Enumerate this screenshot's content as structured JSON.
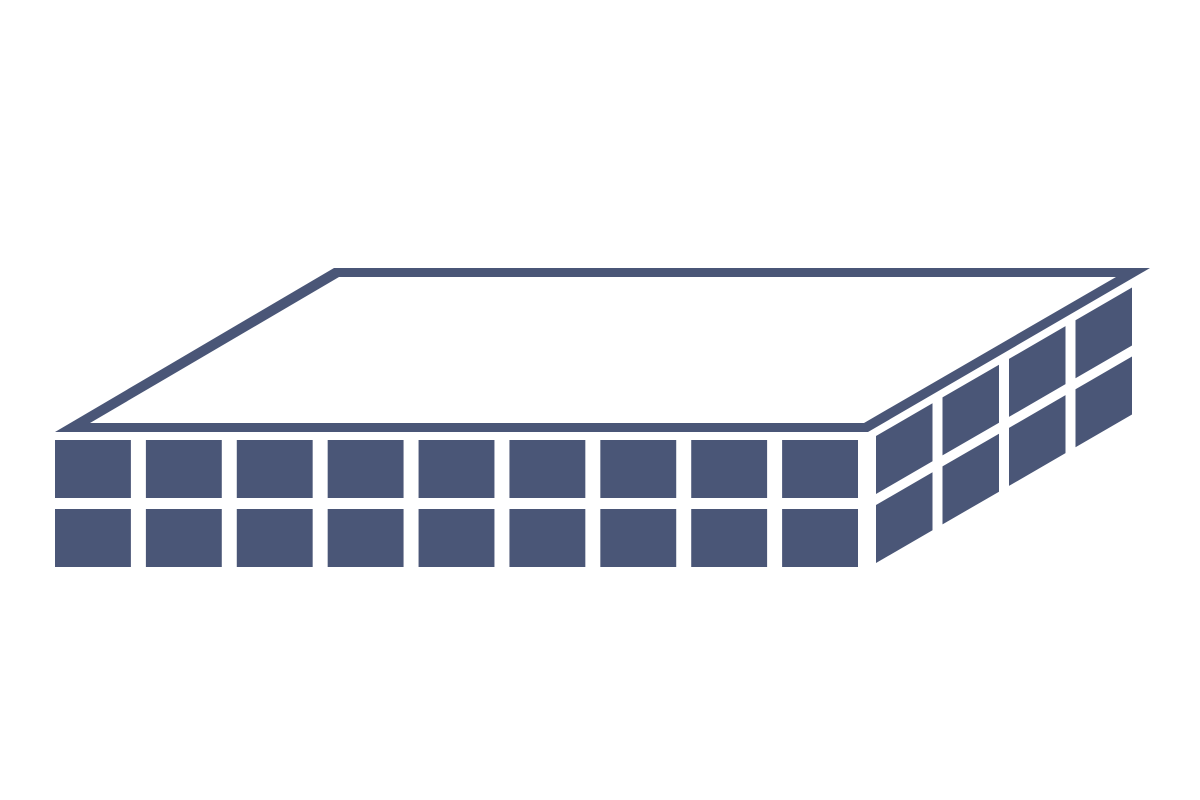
{
  "illustration": {
    "subject": "isometric-building-block",
    "colors": {
      "fill": "#4a5677",
      "top_face": "#ffffff",
      "background": "#ffffff"
    },
    "front_face": {
      "columns": 9,
      "rows": 2
    },
    "side_face": {
      "columns": 4,
      "rows": 2
    }
  }
}
